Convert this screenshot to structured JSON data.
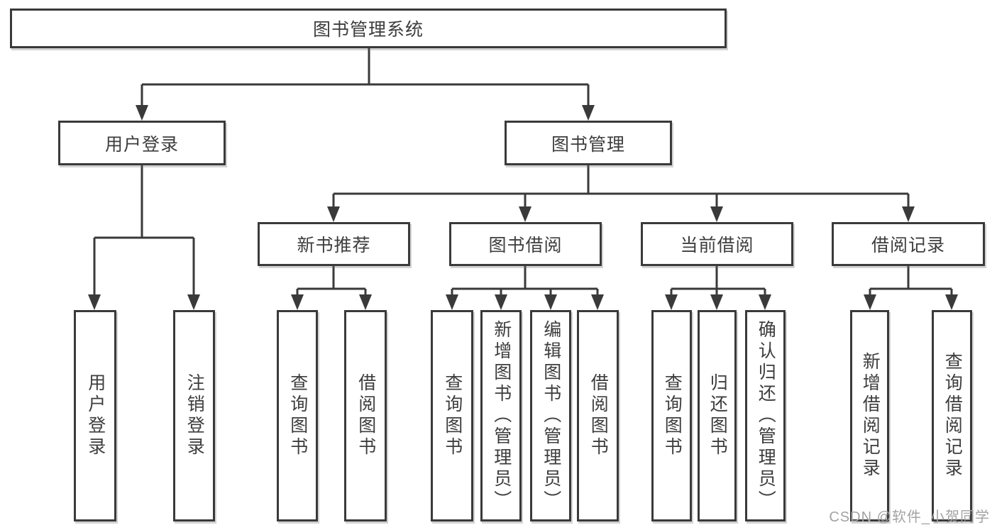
{
  "tree": {
    "root": "图书管理系统",
    "children": [
      {
        "label": "用户登录",
        "children": [
          {
            "label": "用户登录"
          },
          {
            "label": "注销登录"
          }
        ]
      },
      {
        "label": "图书管理",
        "children": [
          {
            "label": "新书推荐",
            "children": [
              {
                "label": "查询图书"
              },
              {
                "label": "借阅图书"
              }
            ]
          },
          {
            "label": "图书借阅",
            "children": [
              {
                "label": "查询图书"
              },
              {
                "label": "新增图书（管理员）"
              },
              {
                "label": "编辑图书（管理员）"
              },
              {
                "label": "借阅图书"
              }
            ]
          },
          {
            "label": "当前借阅",
            "children": [
              {
                "label": "查询图书"
              },
              {
                "label": "归还图书"
              },
              {
                "label": "确认归还（管理员）"
              }
            ]
          },
          {
            "label": "借阅记录",
            "children": [
              {
                "label": "新增借阅记录"
              },
              {
                "label": "查询借阅记录"
              }
            ]
          }
        ]
      }
    ]
  },
  "watermark": {
    "text": "CSDN @软件_小贺同学"
  },
  "colors": {
    "line": "#3a3a3a",
    "box_border": "#3a3a3a",
    "box_background": "#ffffff",
    "text": "#3d3d3d",
    "background": "#ffffff",
    "watermark": "#a3a3a3"
  }
}
